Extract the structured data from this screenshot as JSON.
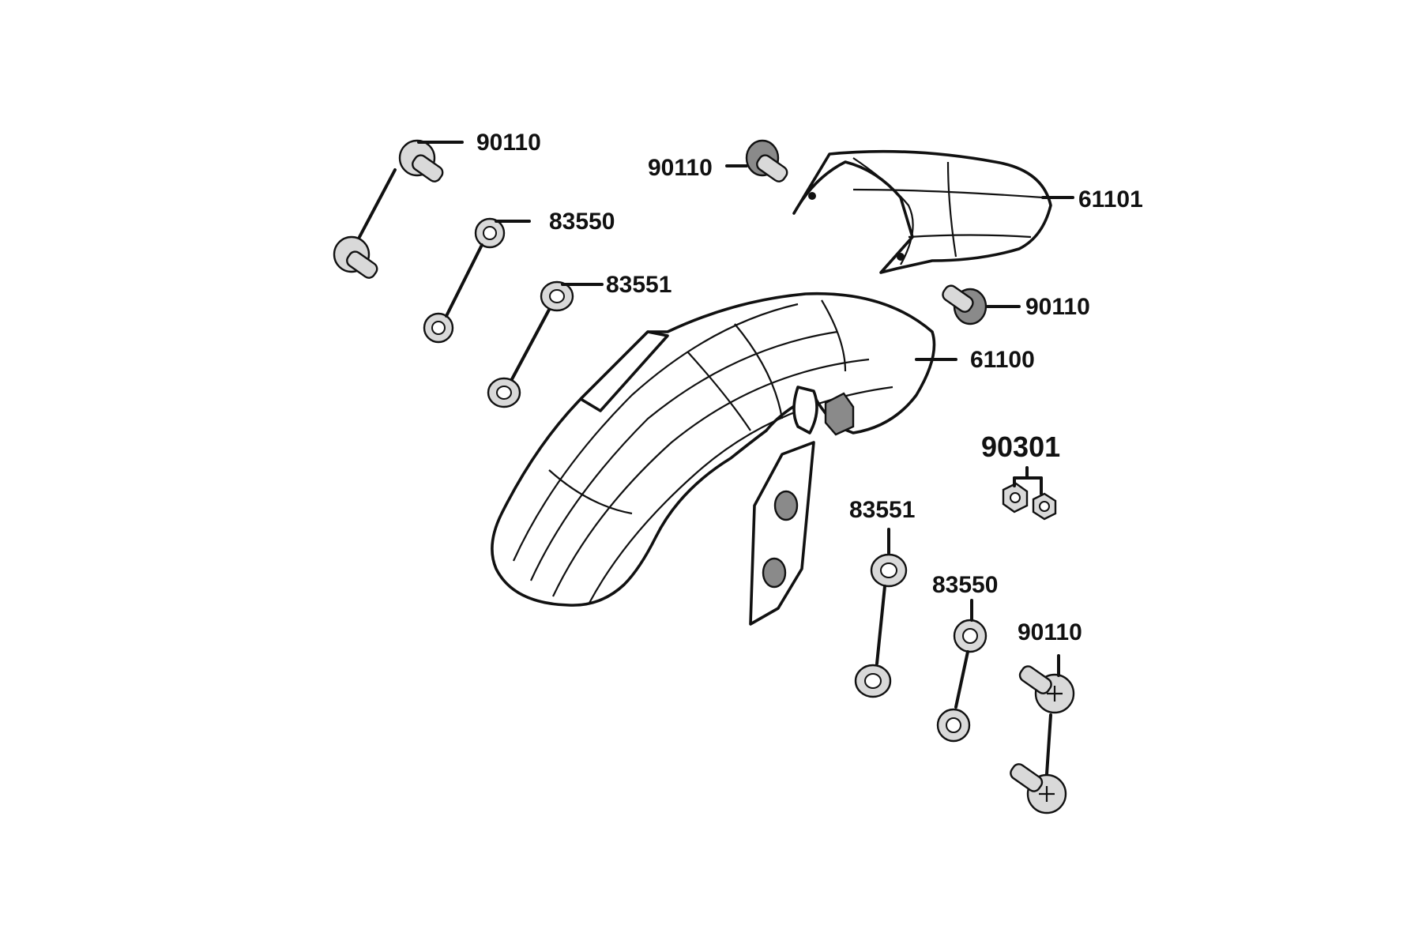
{
  "labels": {
    "bolt_top_left": "90110",
    "bolt_top_mid": "90110",
    "bolt_mid_right": "90110",
    "bolt_bottom_right": "90110",
    "collar_top": "83550",
    "collar_bottom": "83550",
    "grommet_top": "83551",
    "grommet_bottom": "83551",
    "inner_fender": "61101",
    "front_fender": "61100",
    "nut": "90301"
  },
  "colors": {
    "ink": "#111111",
    "shade": "#d9d9d9",
    "background": "#ffffff"
  }
}
